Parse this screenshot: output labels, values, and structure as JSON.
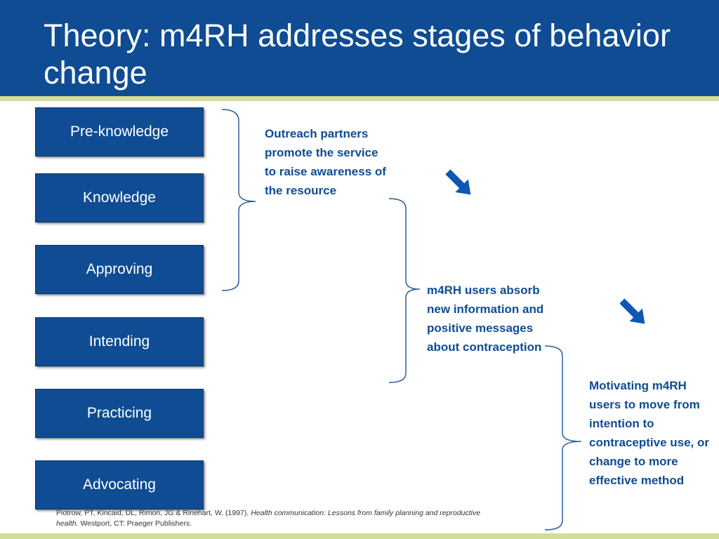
{
  "header": {
    "title": "Theory: m4RH addresses stages of behavior change"
  },
  "stages": [
    "Pre-knowledge",
    "Knowledge",
    "Approving",
    "Intending",
    "Practicing",
    "Advocating"
  ],
  "notes": {
    "outreach": "Outreach partners promote the service to raise awareness of the resource",
    "absorb": "m4RH users absorb new information and positive messages about contraception",
    "motivate": "Motivating m4RH users to move from intention to contraceptive use, or change to more effective method"
  },
  "citation": {
    "authors": "Piotrow, PT, Kincaid, DL, Rimon, JG & Rinehart, W. (1997).",
    "title": "Health communication: Lessons from family planning and reproductive health.",
    "publisher": "Westport, CT: Praeger Publishers."
  },
  "colors": {
    "primary": "#0f4c93",
    "accent_stripe": "#d3dd98",
    "arrow": "#0e57b5"
  }
}
